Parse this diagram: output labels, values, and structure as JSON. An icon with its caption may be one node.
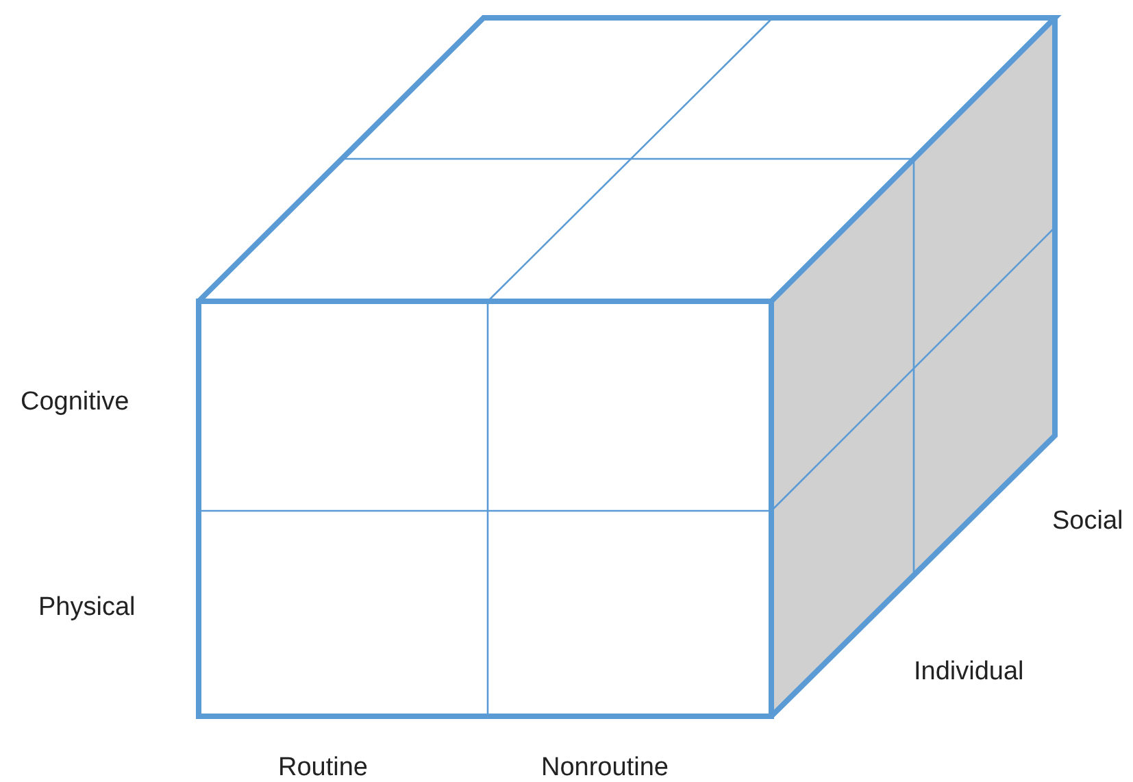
{
  "diagram": {
    "labels": [
      "Cognitive",
      "Physical",
      "Routine",
      "Nonroutine",
      "Social",
      "Individual"
    ]
  }
}
